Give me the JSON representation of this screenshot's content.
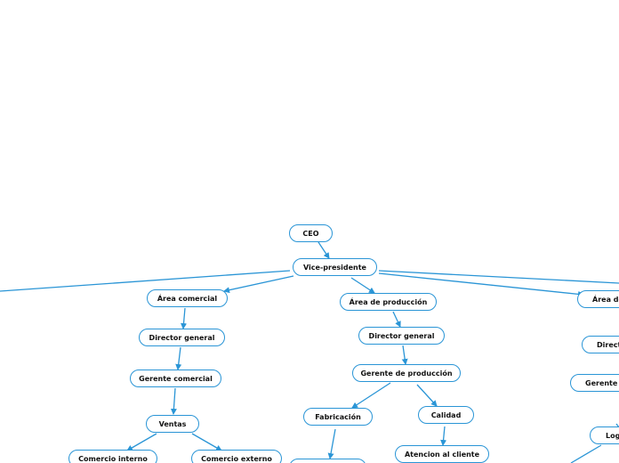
{
  "theme": {
    "edge_color": "#2a95d6",
    "node_border": "#2a95d6",
    "text_color": "#111111"
  },
  "nodes": {
    "ceo": "CEO",
    "vp": "Vice-presidente",
    "area_comercial": "Área comercial",
    "dir_comercial": "Director general",
    "gerente_comercial": "Gerente comercial",
    "ventas": "Ventas",
    "comercio_interno": "Comercio interno",
    "comercio_externo": "Comercio externo",
    "area_produccion": "Área de producción",
    "dir_produccion": "Director general",
    "gerente_produccion": "Gerente de producción",
    "fabricacion": "Fabricación",
    "calidad": "Calidad",
    "atencion_cliente": "Atencion al cliente",
    "area_right": "Área de",
    "dir_right": "Directo",
    "gerente_right": "Gerente d",
    "logistica": "Logi"
  }
}
